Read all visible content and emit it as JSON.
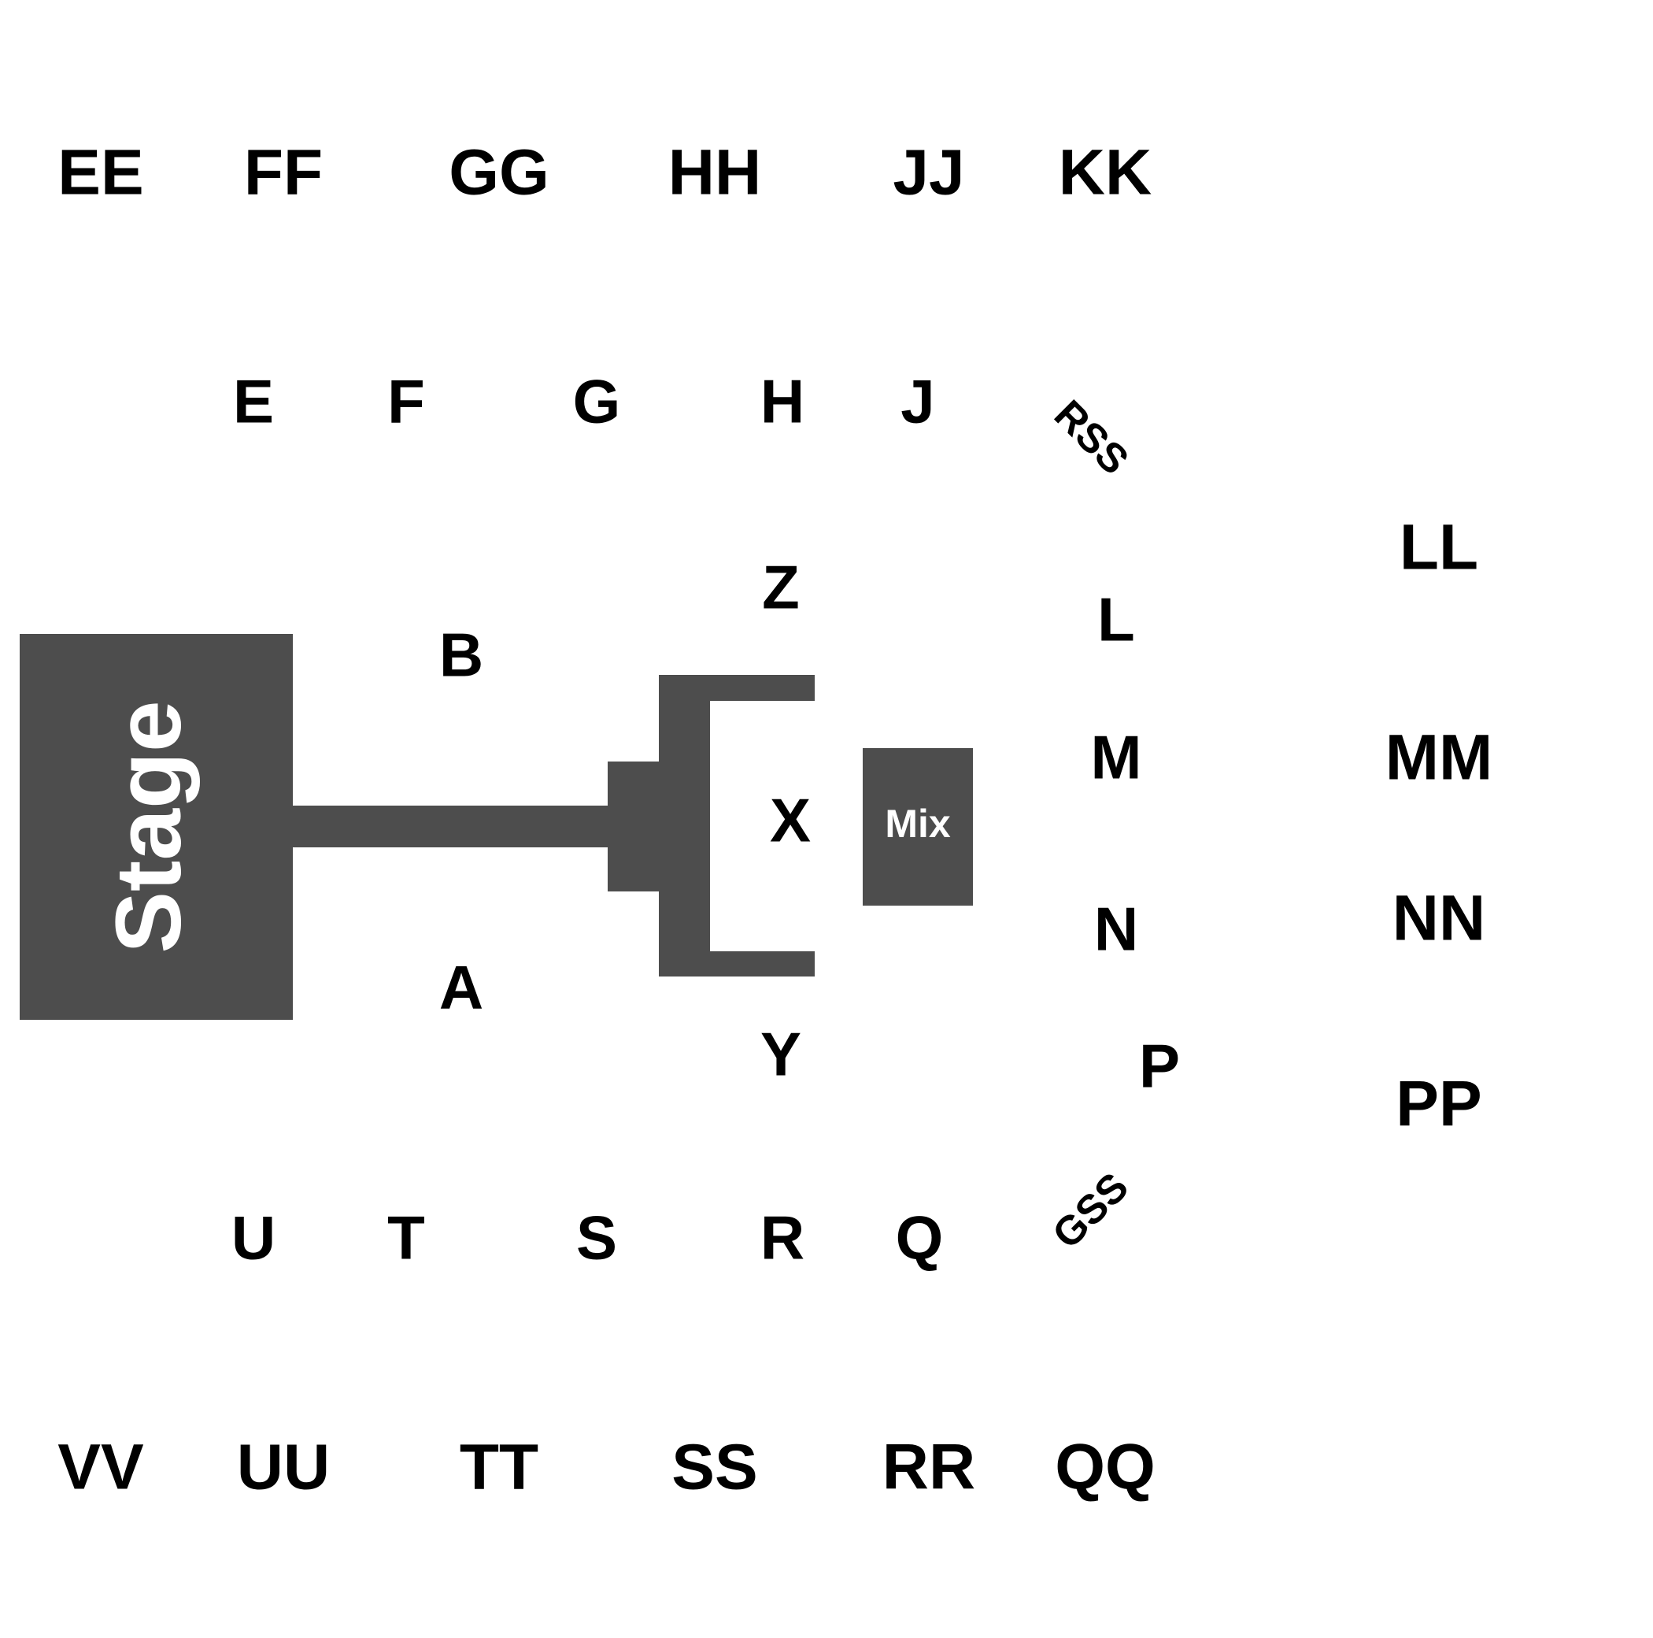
{
  "colors": {
    "structure_fill": "#4d4d4d",
    "label_text": "#000000",
    "structure_text": "#ffffff",
    "background": "#ffffff"
  },
  "stage": {
    "label": "Stage"
  },
  "mix": {
    "label": "Mix"
  },
  "sections": {
    "outer_top": [
      "EE",
      "FF",
      "GG",
      "HH",
      "JJ",
      "KK"
    ],
    "inner_top": [
      "E",
      "F",
      "G",
      "H",
      "J"
    ],
    "rss": "RSS",
    "gss": "GSS",
    "center": [
      "Z",
      "B",
      "X",
      "A",
      "Y"
    ],
    "right_inner": [
      "L",
      "M",
      "N",
      "P"
    ],
    "right_outer": [
      "LL",
      "MM",
      "NN",
      "PP"
    ],
    "inner_bottom": [
      "U",
      "T",
      "S",
      "R",
      "Q"
    ],
    "outer_bottom": [
      "VV",
      "UU",
      "TT",
      "SS",
      "RR",
      "QQ"
    ]
  }
}
